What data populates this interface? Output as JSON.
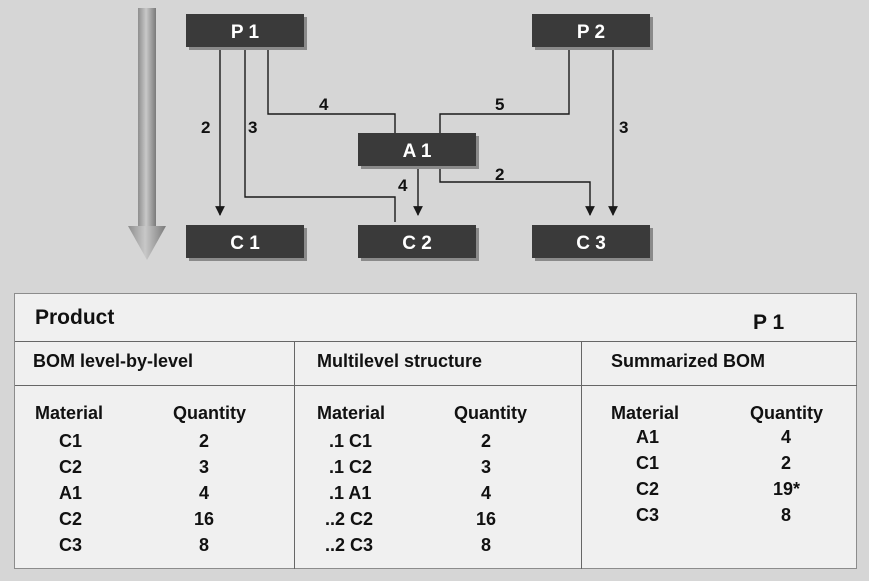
{
  "diagram": {
    "nodes": {
      "p1": "P 1",
      "p2": "P 2",
      "a1": "A 1",
      "c1": "C 1",
      "c2": "C 2",
      "c3": "C 3"
    },
    "edges": {
      "p1_c1": "2",
      "p1_c2": "3",
      "p1_a1": "4",
      "p2_a1": "5",
      "p2_c3": "3",
      "a1_c2": "4",
      "a1_c3": "2"
    }
  },
  "table": {
    "product_label": "Product",
    "product_value": "P 1",
    "columns": [
      {
        "title": "BOM level-by-level",
        "material_header": "Material",
        "quantity_header": "Quantity",
        "rows": [
          {
            "material": "C1",
            "quantity": "2"
          },
          {
            "material": "C2",
            "quantity": "3"
          },
          {
            "material": "A1",
            "quantity": "4"
          },
          {
            "material": "C2",
            "quantity": "16"
          },
          {
            "material": "C3",
            "quantity": "8"
          }
        ]
      },
      {
        "title": "Multilevel structure",
        "material_header": "Material",
        "quantity_header": "Quantity",
        "rows": [
          {
            "material": ".1 C1",
            "quantity": "2"
          },
          {
            "material": ".1 C2",
            "quantity": "3"
          },
          {
            "material": ".1 A1",
            "quantity": "4"
          },
          {
            "material": "..2 C2",
            "quantity": "16"
          },
          {
            "material": "..2 C3",
            "quantity": "8"
          }
        ]
      },
      {
        "title": "Summarized BOM",
        "material_header": "Material",
        "quantity_header": "Quantity",
        "rows": [
          {
            "material": "A1",
            "quantity": "4"
          },
          {
            "material": "C1",
            "quantity": "2"
          },
          {
            "material": "C2",
            "quantity": "19*"
          },
          {
            "material": "C3",
            "quantity": "8"
          }
        ]
      }
    ]
  },
  "colors": {
    "node_fill": "#3a3a3a",
    "node_text": "#ffffff",
    "background": "#d6d6d6",
    "table_bg": "#f0f0f0"
  }
}
